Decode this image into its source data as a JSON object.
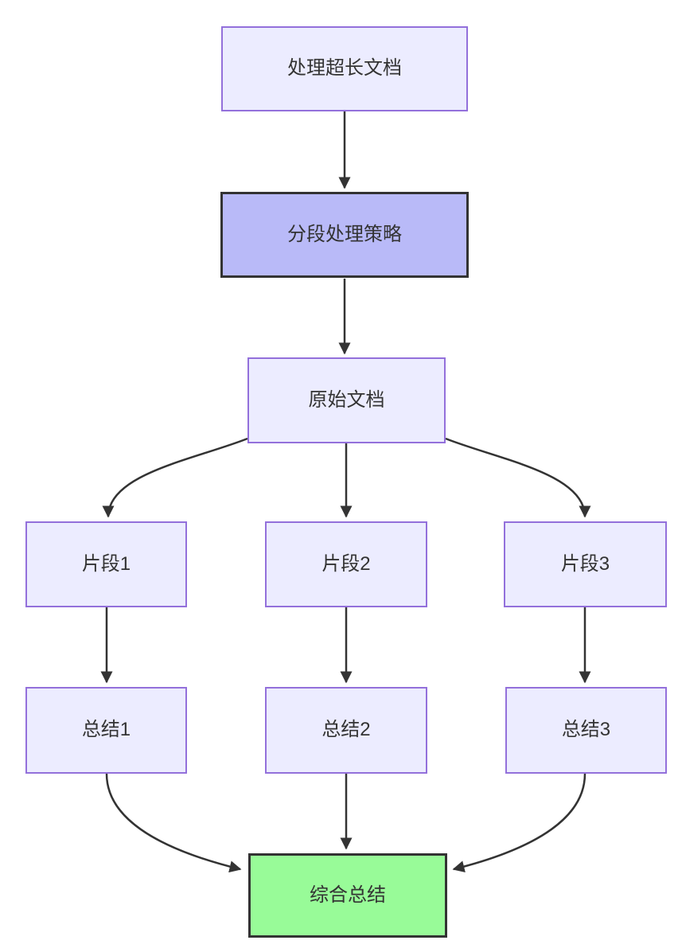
{
  "diagram": {
    "type": "flowchart",
    "direction": "top-down",
    "nodes": [
      {
        "id": "A",
        "label": "处理超长文档",
        "style": "default"
      },
      {
        "id": "B",
        "label": "分段处理策略",
        "style": "highlight-purple"
      },
      {
        "id": "C",
        "label": "原始文档",
        "style": "default"
      },
      {
        "id": "D",
        "label": "片段1",
        "style": "default"
      },
      {
        "id": "E",
        "label": "片段2",
        "style": "default"
      },
      {
        "id": "F",
        "label": "片段3",
        "style": "default"
      },
      {
        "id": "G",
        "label": "总结1",
        "style": "default"
      },
      {
        "id": "H",
        "label": "总结2",
        "style": "default"
      },
      {
        "id": "I",
        "label": "总结3",
        "style": "default"
      },
      {
        "id": "J",
        "label": "综合总结",
        "style": "highlight-green"
      }
    ],
    "edges": [
      {
        "from": "A",
        "to": "B"
      },
      {
        "from": "B",
        "to": "C"
      },
      {
        "from": "C",
        "to": "D"
      },
      {
        "from": "C",
        "to": "E"
      },
      {
        "from": "C",
        "to": "F"
      },
      {
        "from": "D",
        "to": "G"
      },
      {
        "from": "E",
        "to": "H"
      },
      {
        "from": "F",
        "to": "I"
      },
      {
        "from": "G",
        "to": "J"
      },
      {
        "from": "H",
        "to": "J"
      },
      {
        "from": "I",
        "to": "J"
      }
    ],
    "colors": {
      "node_fill": "#ECECFF",
      "node_border": "#9370DB",
      "highlight_purple_fill": "#b9baf8",
      "highlight_green_fill": "#98fb98",
      "highlight_border": "#333333",
      "edge": "#333333",
      "text": "#333333",
      "background": "#ffffff"
    }
  }
}
